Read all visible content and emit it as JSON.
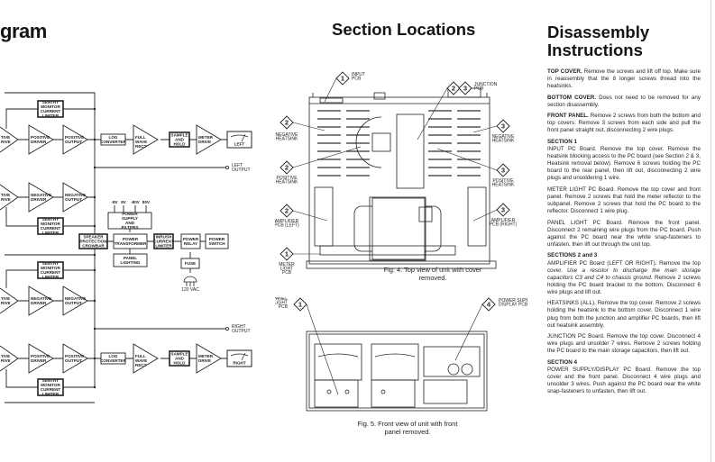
{
  "headings": {
    "diagram_partial": "gram",
    "section_locations": "Section Locations",
    "disassembly_line1": "Disassembly",
    "disassembly_line2": "Instructions"
  },
  "block_diagram": {
    "sentry": [
      "SENTRY",
      "MONITOR",
      "CURRENT",
      "LIMITER"
    ],
    "driver_partial": [
      "TIVE",
      "RIVE"
    ],
    "positive_driver": [
      "POSITIVE",
      "DRIVER"
    ],
    "positive_output": [
      "POSITIVE",
      "OUTPUT"
    ],
    "negative_driver": [
      "NEGATIVE",
      "DRIVER"
    ],
    "negative_output": [
      "NEGATIVE",
      "OUTPUT"
    ],
    "log_converter": [
      "LOG",
      "CONVERTER"
    ],
    "full_wave_rect": [
      "FULL",
      "WAVE",
      "RECT"
    ],
    "sample_hold": [
      "SAMPLE",
      "AND",
      "HOLD"
    ],
    "meter_drive": [
      "METER",
      "DRIVE"
    ],
    "meter_left": "LEFT",
    "meter_right": "RIGHT",
    "left_output": [
      "LEFT",
      "OUTPUT"
    ],
    "right_output": [
      "RIGHT",
      "OUTPUT"
    ],
    "speaker_protection": [
      "SPEAKER",
      "PROTECTION",
      "CROWBAR"
    ],
    "power_supply": [
      "POWER",
      "SUPPLY",
      "AND",
      "FILTERS"
    ],
    "rails": [
      "-8V",
      "8V",
      "-80V",
      "80V"
    ],
    "power_transformer": [
      "POWER",
      "TRANSFORMER"
    ],
    "panel_lighting": [
      "PANEL",
      "LIGHTING"
    ],
    "inrush_limiter": [
      "INRUSH",
      "CURRENT",
      "LIMITER"
    ],
    "power_relay": [
      "POWER",
      "RELAY"
    ],
    "power_switch": [
      "POWER",
      "SWITCH"
    ],
    "fuse": "FUSE",
    "mains": "120 VAC"
  },
  "section_locations": {
    "callouts": [
      {
        "num": "1",
        "label": [
          "INPUT",
          "PCB"
        ]
      },
      {
        "num": "2",
        "label": []
      },
      {
        "num": "3",
        "label": [
          "JUNCTION",
          "PCB"
        ]
      },
      {
        "num": "2",
        "label": [
          "NEGATIVE",
          "HEATSINK"
        ]
      },
      {
        "num": "2",
        "label": [
          "POSITIVE",
          "HEATSINK"
        ]
      },
      {
        "num": "2",
        "label": [
          "AMPLIFIER",
          "PCB (LEFT)"
        ]
      },
      {
        "num": "1",
        "label": [
          "METER",
          "LIGHT",
          "PCB"
        ]
      },
      {
        "num": "3",
        "label": [
          "NEGATIVE",
          "HEATSINK"
        ]
      },
      {
        "num": "3",
        "label": [
          "POSITIVE",
          "HEATSINK"
        ]
      },
      {
        "num": "3",
        "label": [
          "AMPLIFIER",
          "PCB (RIGHT)"
        ]
      },
      {
        "num": "1",
        "label": [
          "PANEL",
          "LIGHT",
          "PCB"
        ]
      },
      {
        "num": "4",
        "label": [
          "POWER SUPPLY/",
          "DISPLAY PCB"
        ]
      }
    ],
    "fig4_caption": [
      "Fig. 4. Top view of unit with cover",
      "removed."
    ],
    "fig5_caption": [
      "Fig. 5. Front view of unit with front",
      "panel removed."
    ]
  },
  "instructions": [
    {
      "title": "TOP COVER.",
      "text": " Remove the screws and lift off top. Make sure in reassembly that the 8 longer screws thread into the heatsinks."
    },
    {
      "title": "BOTTOM COVER.",
      "text": " Does not need to be removed for any section disassembly."
    },
    {
      "title": "FRONT PANEL.",
      "text": " Remove 2 screws from both the bottom and top covers. Remove 3 screws from each side and pull the front panel straight out, disconnecting 2 wire plugs."
    },
    {
      "section": "SECTION 1",
      "text": "INPUT PC Board. Remove the top cover. Remove the heatsink blocking access to the PC board (see Section 2 & 3, Heatsink removal below). Remove 6 screws holding the PC board to the rear panel, then lift out, disconnecting 2 wire plugs and unsoldering 1 wire."
    },
    {
      "text": "METER LIGHT PC Board. Remove the top cover and front panel. Remove 2 screws that hold the meter reflector to the subpanel. Remove 2 screws that hold the PC board to the reflector. Disconnect 1 wire plug."
    },
    {
      "text": "PANEL LIGHT PC Board. Remove the front panel. Disconnect 2 remaining wire plugs from the PC board. Push against the PC board near the white snap-fasteners to unfasten, then lift out through the unit top."
    },
    {
      "section": "SECTIONS 2 and 3",
      "text": "AMPLIFIER PC Board (LEFT OR RIGHT). Remove the top cover. ",
      "italic": "Use a resistor to discharge the main storage capacitors C3 and C4 to chassis ground.",
      "text2": " Remove 2 screws holding the PC board bracket to the bottom. Disconnect 6 wire plugs and lift out."
    },
    {
      "text": "HEATSINKS (ALL). Remove the top cover. Remove 2 screws holding the heatsink to the bottom cover. Disconnect 1 wire plug from both the junction and amplifier PC boards, then lift out heatsink assembly."
    },
    {
      "text": "JUNCTION PC Board. Remove the top cover. Disconnect 4 wire plugs and unsolder 7 wires. Remove 2 screws holding the PC board to the main storage capacitors, then lift out."
    },
    {
      "section": "SECTION 4",
      "text": "POWER SUPPLY/DISPLAY PC Board. Remove the top cover and the front panel. Disconnect 4 wire plugs and unsolder 3 wires. Push against the PC board near the white snap-fasteners to unfasten, then lift out."
    }
  ]
}
